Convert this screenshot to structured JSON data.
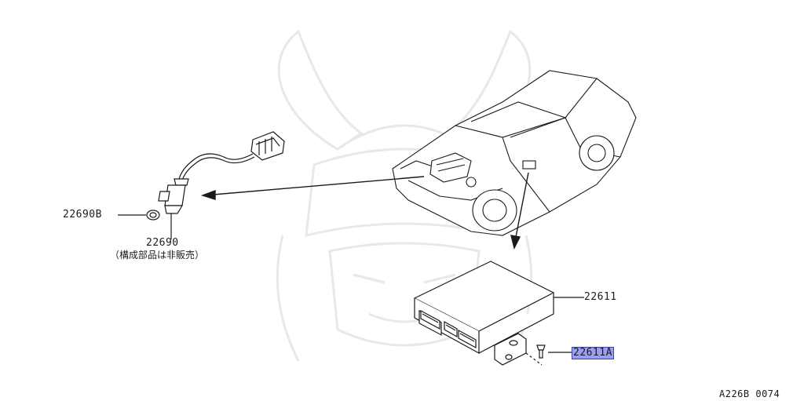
{
  "parts": {
    "p22690b": "22690B",
    "p22690": "22690",
    "p22690_note": "（構成部品は非販売）",
    "p22611": "22611",
    "p22611a": "22611A"
  },
  "diagram_code": "A226B 0074",
  "colors": {
    "highlight": "#9aa0f0",
    "line": "#1a1a1a",
    "watermark": "#e6e6e6"
  }
}
